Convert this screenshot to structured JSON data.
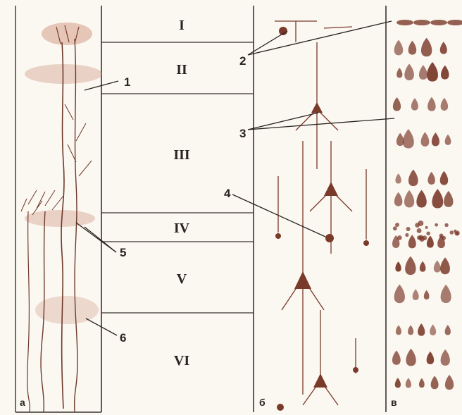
{
  "layers": [
    "I",
    "II",
    "III",
    "IV",
    "V",
    "VI"
  ],
  "markers": [
    "1",
    "2",
    "3",
    "4",
    "5",
    "6"
  ],
  "panels": [
    "a",
    "б",
    "в"
  ],
  "colors": {
    "cell": "#7a3a2a",
    "stain": "#c98a72",
    "ink": "#2a2420",
    "paper": "#fbf7f1",
    "line": "#3a3330"
  }
}
